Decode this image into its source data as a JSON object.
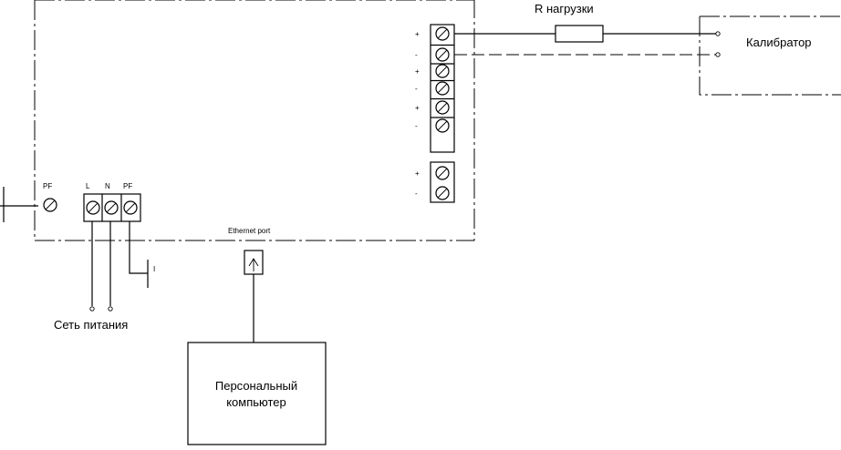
{
  "labels": {
    "r_load": "R нагрузки",
    "calibrator": "Калибратор",
    "pf_left": "PF",
    "term_L": "L",
    "term_N": "N",
    "term_PF": "PF",
    "ethernet": "Ethernet port",
    "mains": "Сеть питания",
    "pc_line1": "Персональный",
    "pc_line2": "компьютер",
    "ground_mark": "I"
  },
  "terminal_signs": [
    "+",
    "-",
    "+",
    "-",
    "+",
    "-",
    "+",
    "-"
  ]
}
